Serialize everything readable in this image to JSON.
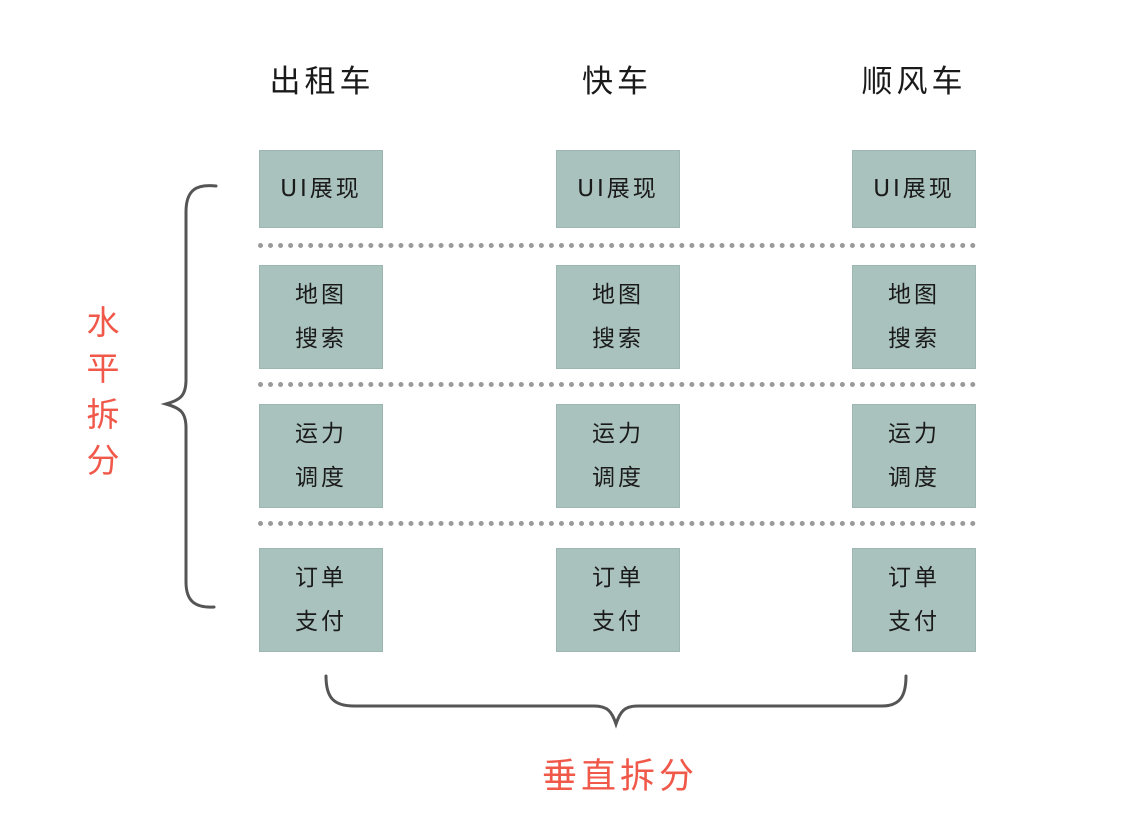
{
  "columns": [
    {
      "header": "出租车",
      "modules": {
        "ui": "UI展现",
        "map": [
          "地图",
          "搜索"
        ],
        "dispatch": [
          "运力",
          "调度"
        ],
        "order": [
          "订单",
          "支付"
        ]
      }
    },
    {
      "header": "快车",
      "modules": {
        "ui": "UI展现",
        "map": [
          "地图",
          "搜索"
        ],
        "dispatch": [
          "运力",
          "调度"
        ],
        "order": [
          "订单",
          "支付"
        ]
      }
    },
    {
      "header": "顺风车",
      "modules": {
        "ui": "UI展现",
        "map": [
          "地图",
          "搜索"
        ],
        "dispatch": [
          "运力",
          "调度"
        ],
        "order": [
          "订单",
          "支付"
        ]
      }
    }
  ],
  "labels": {
    "horizontal": [
      "水",
      "平",
      "拆",
      "分"
    ],
    "vertical": "垂直拆分"
  },
  "colors": {
    "module_fill": "#a9c2bd",
    "label_accent": "#f0584a",
    "divider": "#9a9a9a",
    "brace": "#555555"
  }
}
